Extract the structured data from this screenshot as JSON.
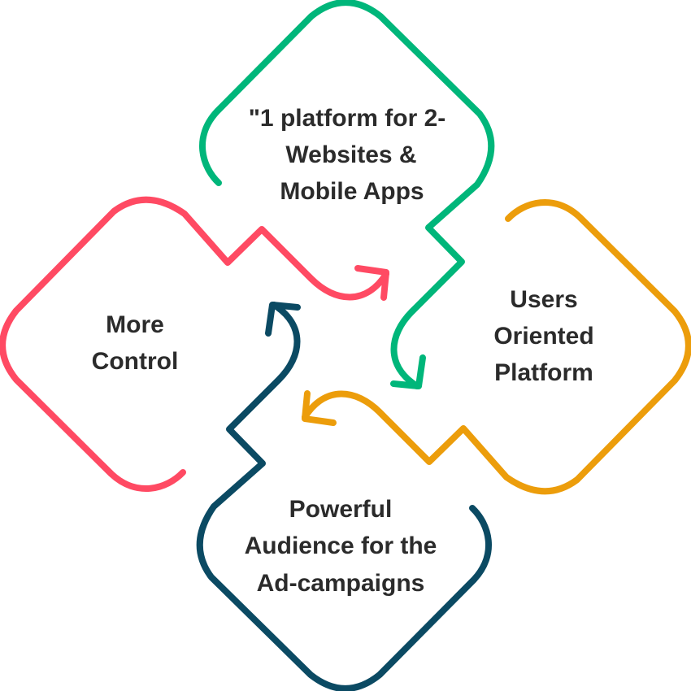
{
  "colors": {
    "green": "#00b67a",
    "orange": "#ec9d0b",
    "navy": "#0b4a63",
    "red": "#ff4a63",
    "text": "#2b2b2b"
  },
  "nodes": [
    {
      "id": "platform",
      "color": "green",
      "lines": [
        "\"1 platform for 2-",
        "Websites &",
        "Mobile Apps"
      ]
    },
    {
      "id": "users",
      "color": "orange",
      "lines": [
        "Users",
        "Oriented",
        "Platform"
      ]
    },
    {
      "id": "audience",
      "color": "navy",
      "lines": [
        "Powerful",
        "Audience for the",
        "Ad-campaigns"
      ]
    },
    {
      "id": "control",
      "color": "red",
      "lines": [
        "More",
        "Control"
      ]
    }
  ]
}
